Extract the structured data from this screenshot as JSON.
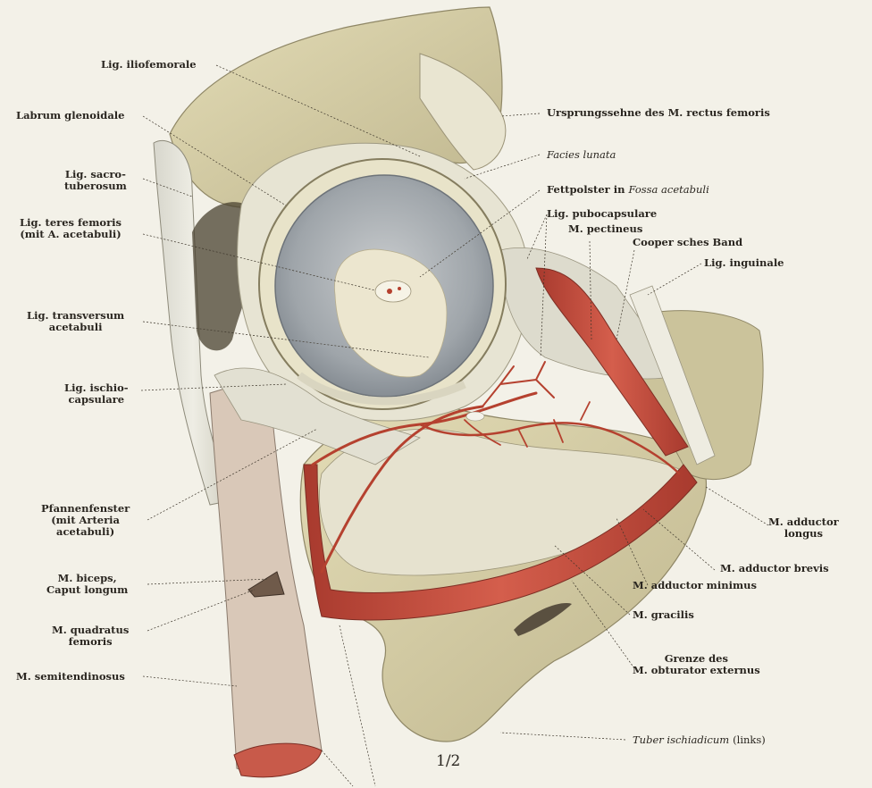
{
  "labels": {
    "lig_iliofemorale": "Lig. iliofemorale",
    "labrum_glenoidale": "Labrum glenoidale",
    "lig_sacrotuberosum_1": "Lig. sacro-",
    "lig_sacrotuberosum_2": "tuberosum",
    "lig_teres_1": "Lig. teres femoris",
    "lig_teres_2": "(mit A. acetabuli)",
    "lig_transversum_1": "Lig. transversum",
    "lig_transversum_2": "acetabuli",
    "lig_ischiocapsulare_1": "Lig. ischio-",
    "lig_ischiocapsulare_2": "capsulare",
    "pfannenfenster_1": "Pfannenfenster",
    "pfannenfenster_2": "(mit Arteria",
    "pfannenfenster_3": "acetabuli)",
    "biceps_1": "M. biceps,",
    "biceps_2": "Caput longum",
    "quadratus_1": "M. quadratus",
    "quadratus_2": "femoris",
    "semitendinosus": "M. semitendinosus",
    "ursprungssehne": "Ursprungssehne des M. rectus femoris",
    "facies_lunata": "Facies lunata",
    "fettpolster_prefix": "Fettpolster in",
    "fettpolster_italic": "Fossa acetabuli",
    "lig_pubocapsulare": "Lig. pubocapsulare",
    "m_pectineus": "M. pectineus",
    "cooper": "Cooper sches Band",
    "lig_inguinale": "Lig. inguinale",
    "adductor_longus_1": "M. adductor",
    "adductor_longus_2": "longus",
    "adductor_brevis": "M. adductor brevis",
    "adductor_minimus": "M. adductor minimus",
    "gracilis": "M. gracilis",
    "grenze_1": "Grenze des",
    "grenze_2": "M. obturator externus",
    "tuber_italic": "Tuber ischiadicum",
    "tuber_suffix": "(links)"
  },
  "scale": "1/2",
  "colors": {
    "paper": "#f3f1e8",
    "bone": "#d9d3ae",
    "ligament": "#e4e2d4",
    "cartilage": "#9aa0a6",
    "muscle": "#c14a3c",
    "artery": "#b5412f",
    "fat": "#ece6cf"
  }
}
